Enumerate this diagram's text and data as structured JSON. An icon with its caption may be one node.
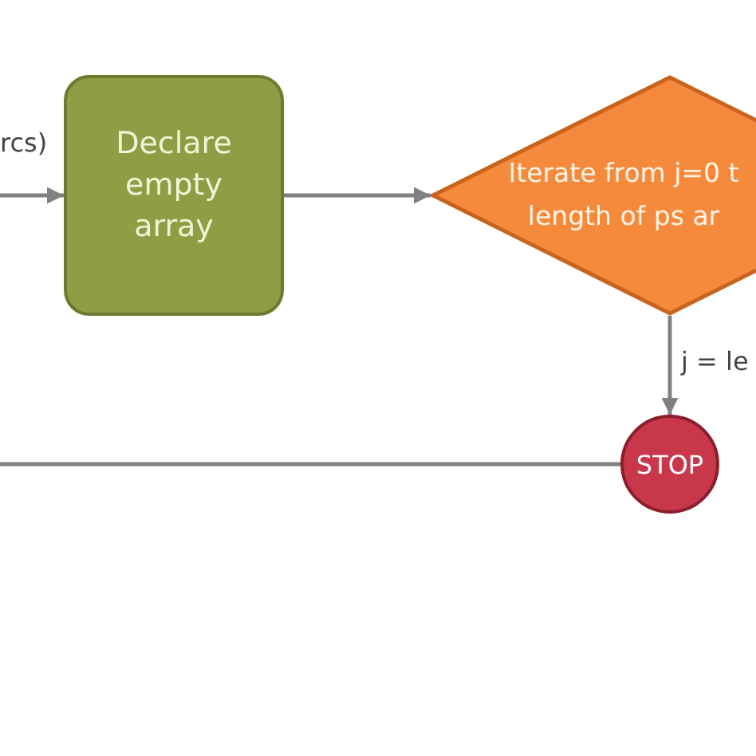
{
  "diagram": {
    "nodes": [
      {
        "text": [
          "Declare empty array"
        ]
      },
      {
        "text": [
          "Iterate from j=0 t length of ps ar"
        ]
      },
      {
        "text": [
          "STOP"
        ]
      }
    ],
    "edges": [
      {
        "from": null,
        "to": 0,
        "arrow": "to",
        "label": "rcs)"
      },
      {
        "from": 0,
        "to": 1,
        "arrow": "to"
      },
      {
        "from": 1,
        "to": 2,
        "arrow": "to",
        "label": "j = le"
      },
      {
        "from": null,
        "to": 2,
        "arrow": "none"
      }
    ]
  }
}
